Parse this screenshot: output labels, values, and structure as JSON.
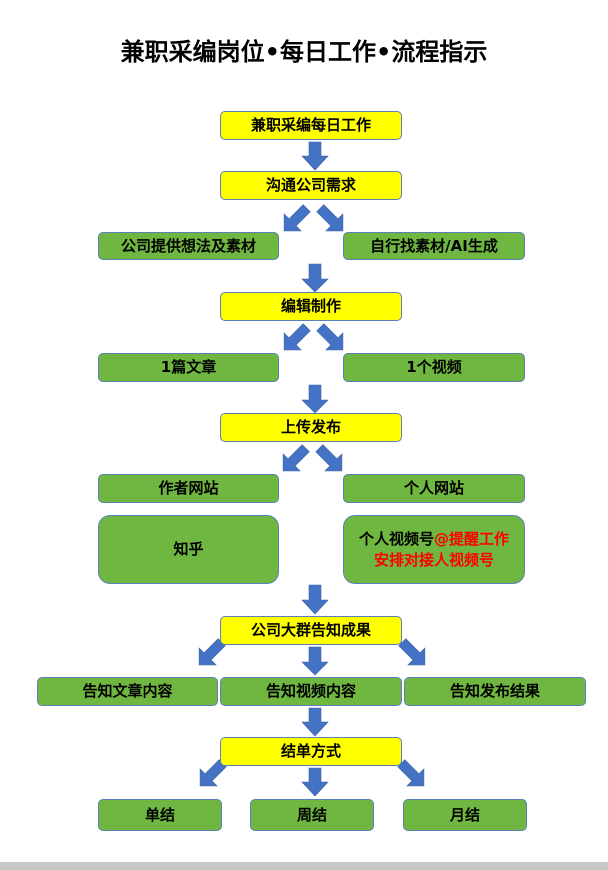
{
  "title": "兼职采编岗位•每日工作•流程指示",
  "colors": {
    "step": "#ffff00",
    "option": "#70b741",
    "arrow": "#4472c4",
    "highlight": "#ff0000"
  },
  "steps": {
    "daily_work": "兼职采编每日工作",
    "communicate": "沟通公司需求",
    "edit": "编辑制作",
    "publish": "上传发布",
    "notify": "公司大群告知成果",
    "settlement": "结单方式"
  },
  "materials": {
    "company_provided": "公司提供想法及素材",
    "self_sourced": "自行找素材/AI生成"
  },
  "outputs": {
    "article": "1篇文章",
    "video": "1个视频"
  },
  "sites": {
    "author_site": "作者网站",
    "personal_site": "个人网站",
    "zhihu": "知乎",
    "channel_prefix": "个人视频号",
    "channel_note": "@提醒工作安排对接人视频号"
  },
  "notify_items": {
    "article": "告知文章内容",
    "video": "告知视频内容",
    "result": "告知发布结果"
  },
  "settlement_options": {
    "single": "单结",
    "weekly": "周结",
    "monthly": "月结"
  }
}
